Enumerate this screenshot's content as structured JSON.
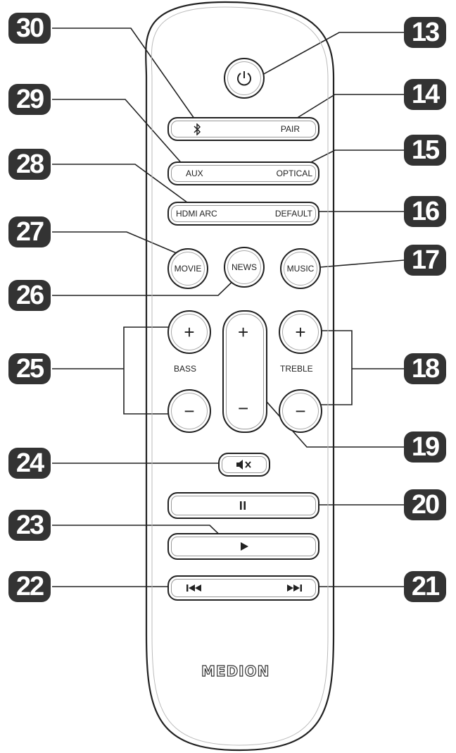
{
  "callouts": [
    "30",
    "29",
    "28",
    "27",
    "26",
    "25",
    "24",
    "23",
    "22",
    "13",
    "14",
    "15",
    "16",
    "17",
    "18",
    "19",
    "20",
    "21"
  ],
  "buttons": {
    "pair": "PAIR",
    "aux": "AUX",
    "optical": "OPTICAL",
    "hdmi_arc": "HDMI ARC",
    "default": "DEFAULT",
    "movie": "MOVIE",
    "news": "NEWS",
    "music": "MUSIC",
    "plus": "+",
    "minus": "−"
  },
  "labels": {
    "bass": "BASS",
    "treble": "TREBLE"
  },
  "brand": "MEDION",
  "icons": {
    "power": "power-icon",
    "bluetooth": "bluetooth-icon",
    "mute": "mute-icon",
    "pause": "pause-icon",
    "play": "play-icon",
    "previous": "previous-track-icon",
    "next": "next-track-icon"
  }
}
